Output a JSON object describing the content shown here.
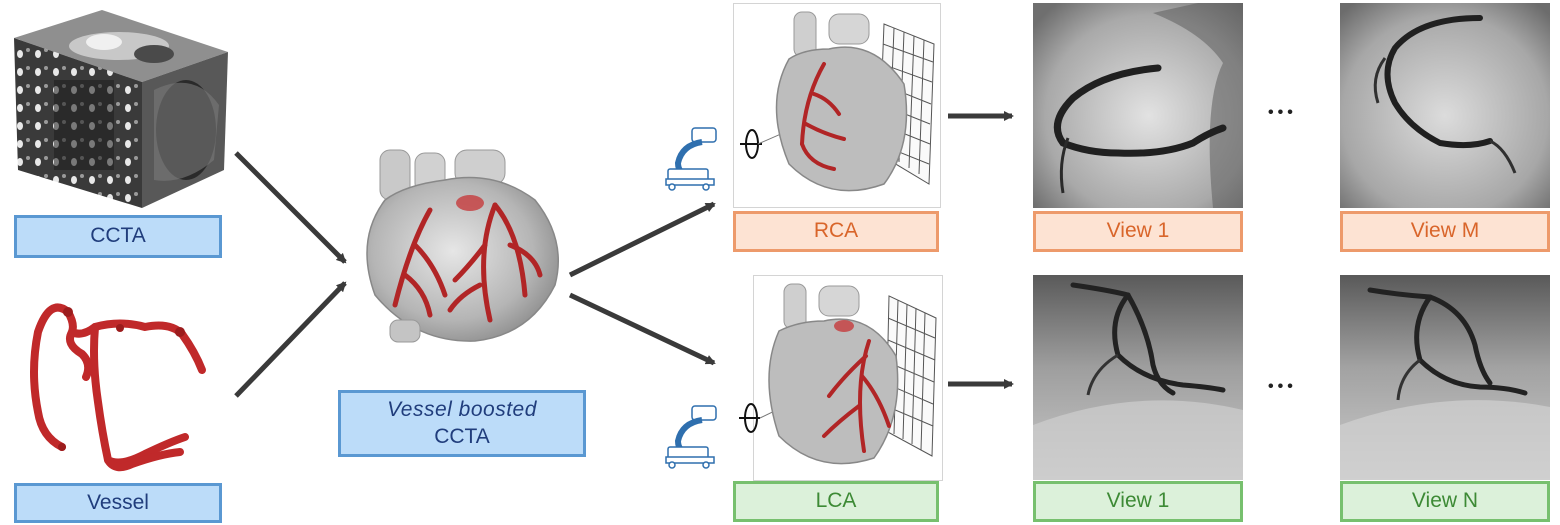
{
  "labels": {
    "ccta": "CCTA",
    "vessel": "Vessel",
    "boosted_line1": "Vessel boosted",
    "boosted_line2": "CCTA",
    "rca": "RCA",
    "lca": "LCA",
    "rca_view_first": "View 1",
    "rca_view_last": "View M",
    "lca_view_first": "View 1",
    "lca_view_last": "View N"
  },
  "ellipsis": "•••",
  "colors": {
    "blue_fill": "#bcdcf9",
    "blue_border": "#5a98d2",
    "orange_fill": "#fde3d3",
    "orange_border": "#ed9a6b",
    "green_fill": "#dcf1da",
    "green_border": "#77c06e",
    "vessel_red": "#c0292a",
    "arrow": "#3a3a3a"
  },
  "icons": [
    "ct-volume-cube-icon",
    "vessel-tree-icon",
    "heart-model-icon",
    "c-arm-scanner-icon",
    "rotation-icon",
    "detector-grid-icon",
    "angiogram-image"
  ]
}
